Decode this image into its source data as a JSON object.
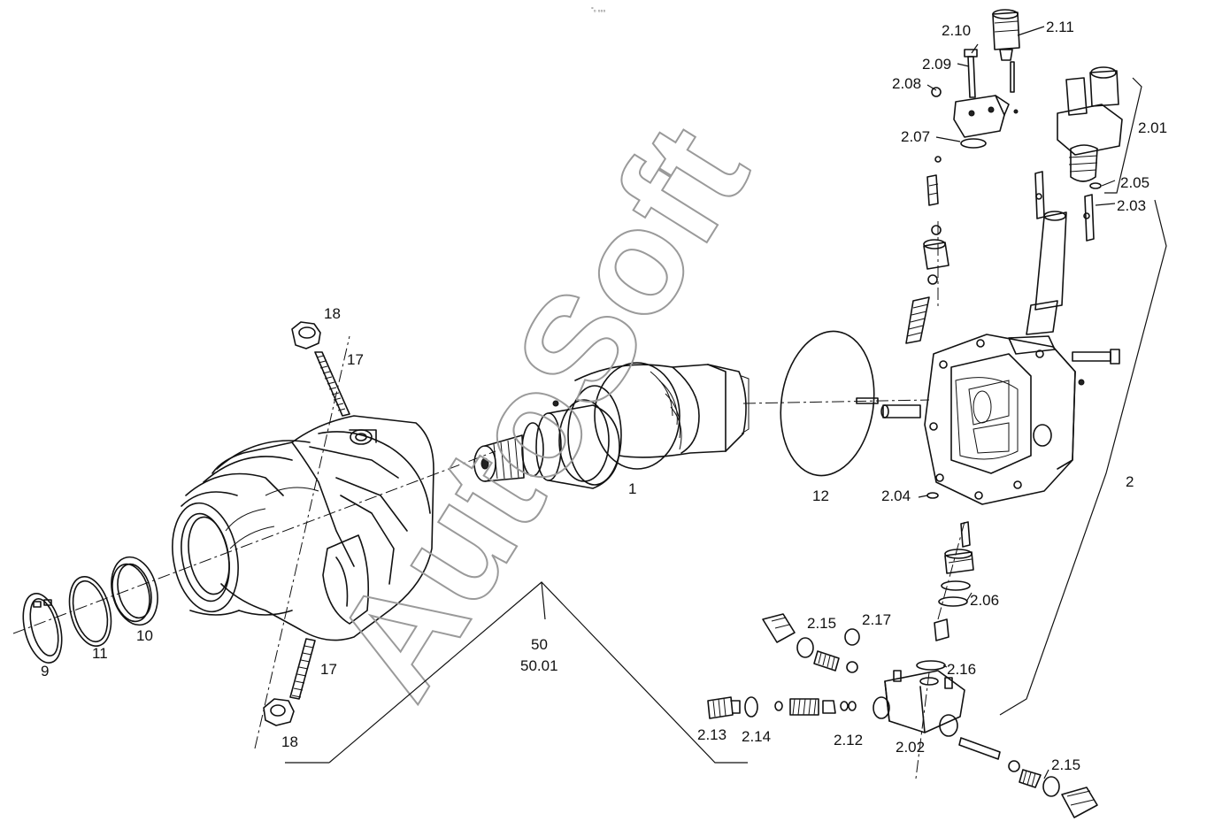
{
  "watermark": "AutoSoft",
  "top_mark": "°₀ ₀₀₀",
  "labels": {
    "l_2_10": "2.10",
    "l_2_11": "2.11",
    "l_2_09": "2.09",
    "l_2_08": "2.08",
    "l_2_07": "2.07",
    "l_2_01": "2.01",
    "l_2_05": "2.05",
    "l_2_03": "2.03",
    "l_18_top": "18",
    "l_17_top": "17",
    "l_1": "1",
    "l_12": "12",
    "l_2_04": "2.04",
    "l_2": "2",
    "l_2_06": "2.06",
    "l_2_15_a": "2.15",
    "l_2_17": "2.17",
    "l_2_16": "2.16",
    "l_10": "10",
    "l_11": "11",
    "l_9": "9",
    "l_17_bot": "17",
    "l_50": "50",
    "l_50_01": "50.01",
    "l_2_13": "2.13",
    "l_2_14": "2.14",
    "l_2_12": "2.12",
    "l_2_02": "2.02",
    "l_2_15_b": "2.15",
    "l_18_bot": "18"
  }
}
